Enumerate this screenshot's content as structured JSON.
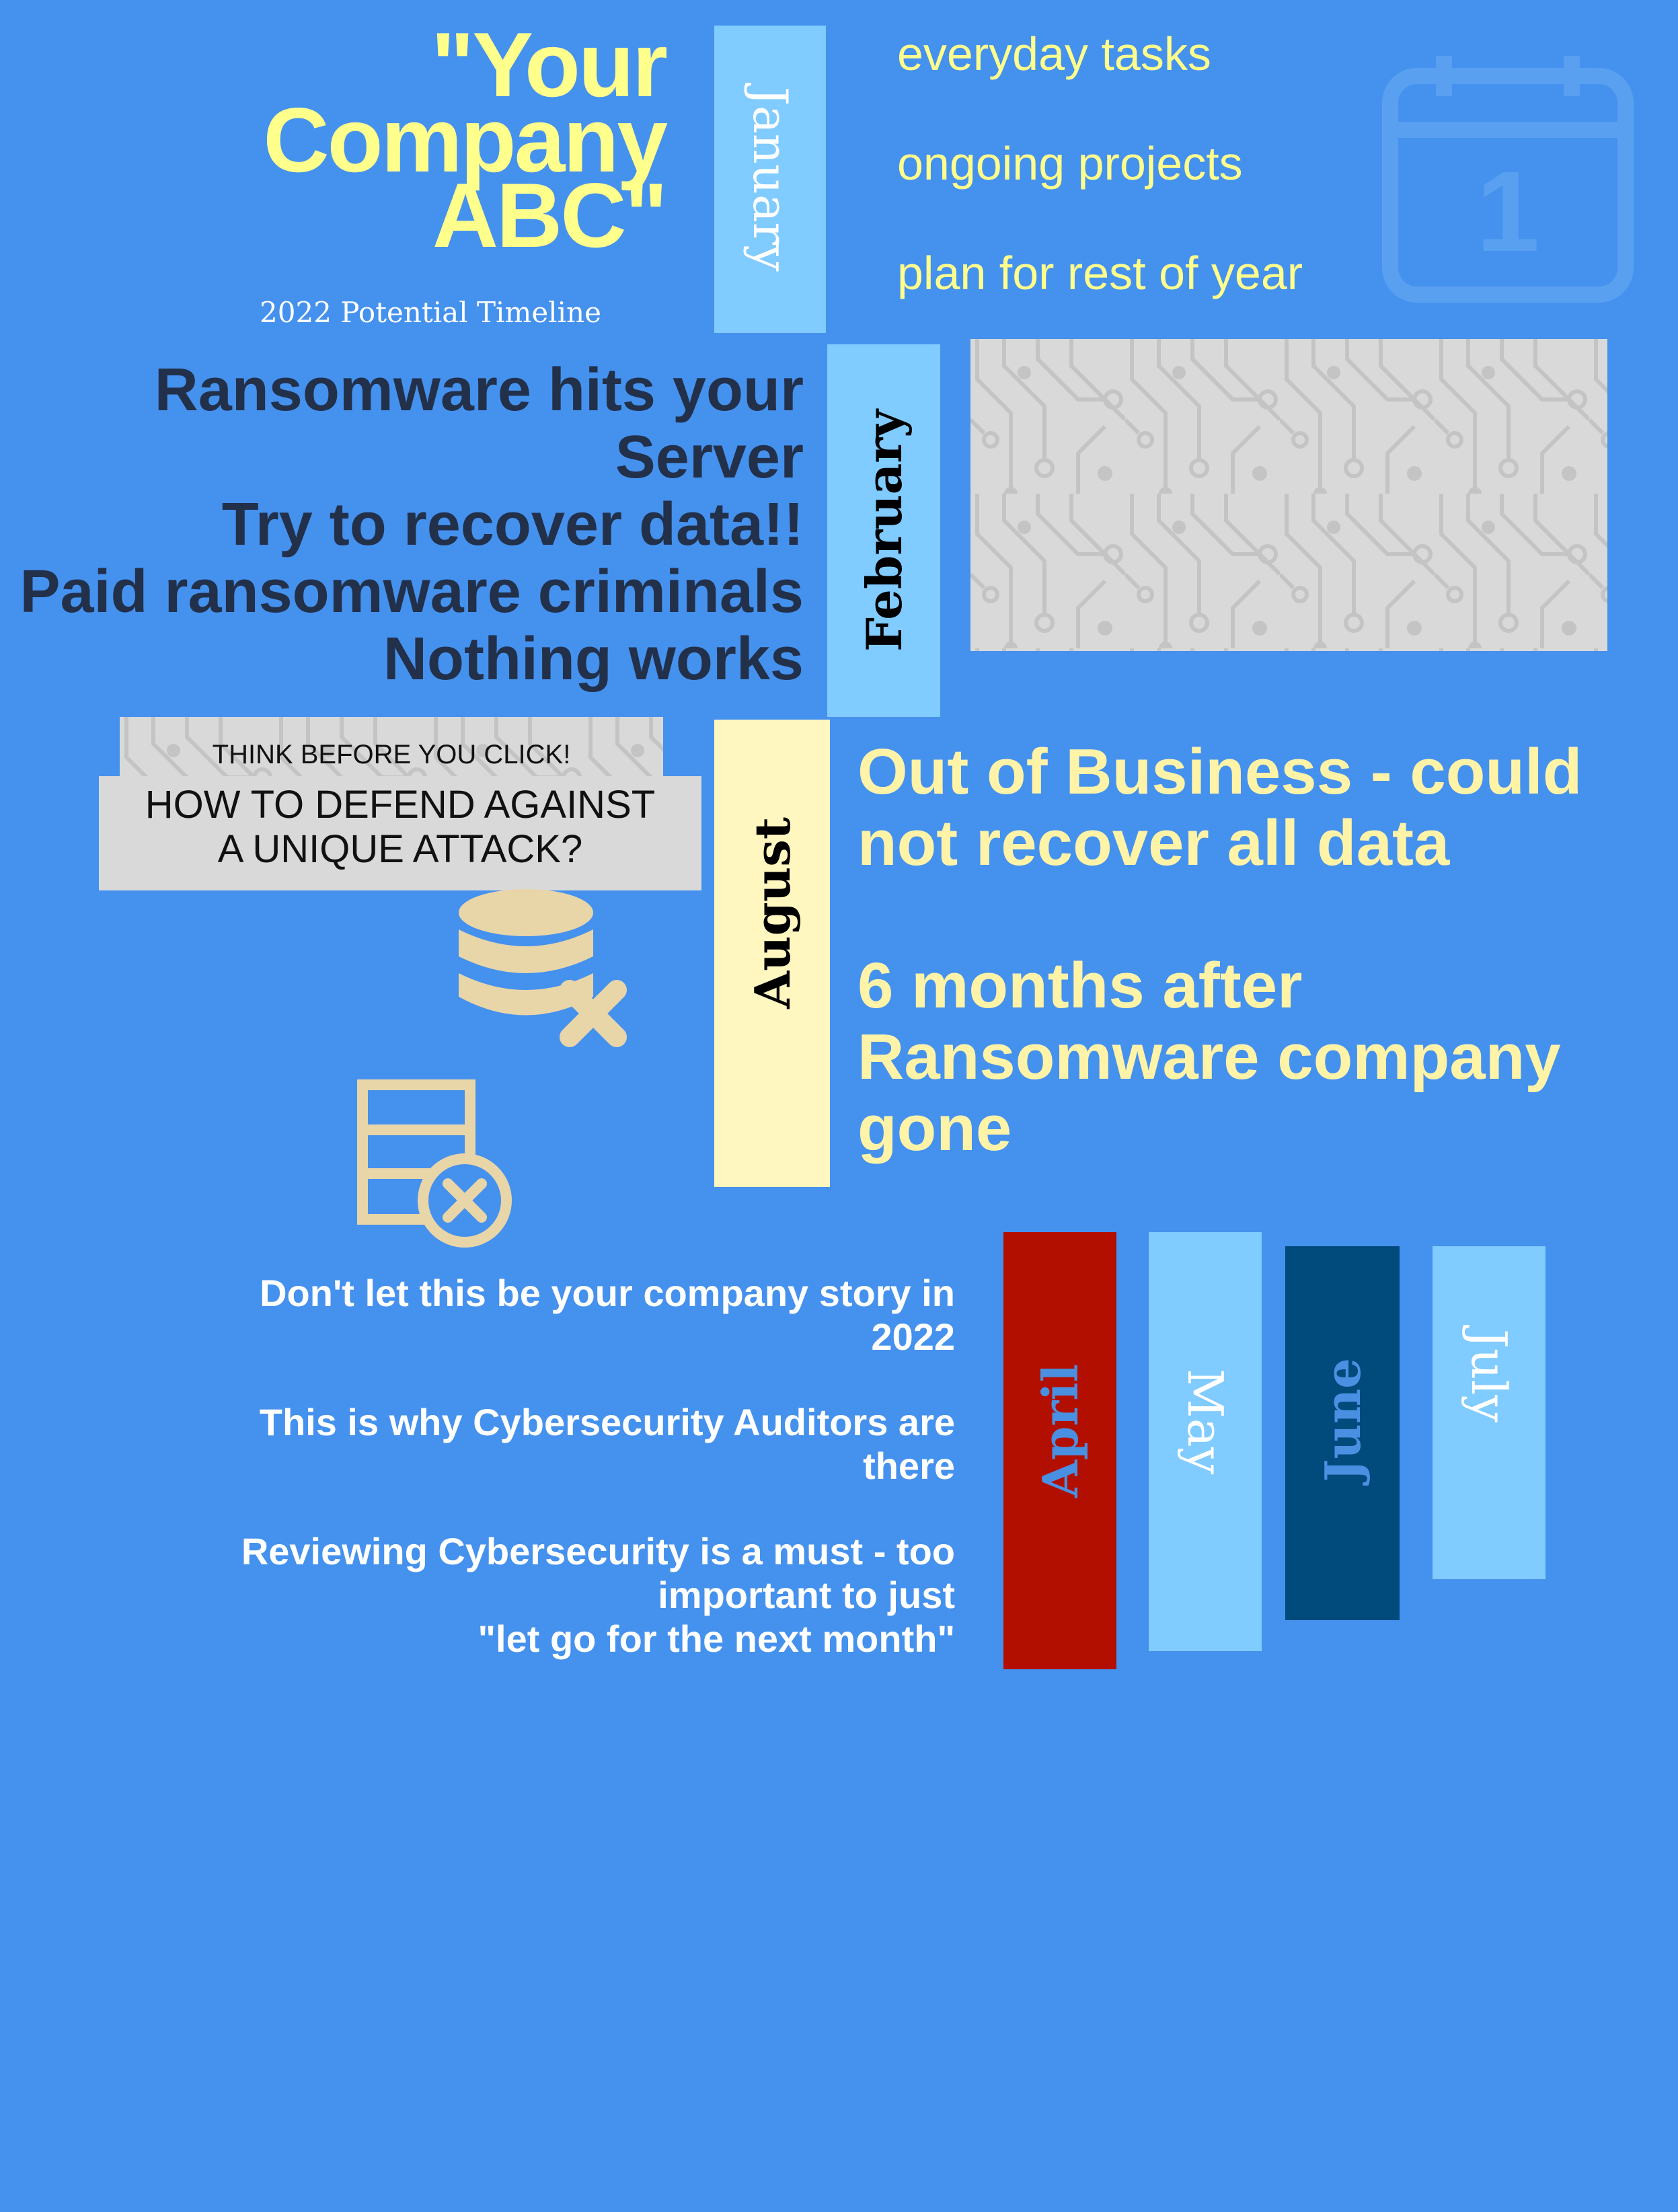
{
  "header": {
    "title_lines": [
      "\"Your",
      "Company",
      "ABC\""
    ],
    "subtitle": "2022 Potential Timeline"
  },
  "january": {
    "label": "January",
    "items": [
      "everyday tasks",
      "ongoing projects",
      "plan for rest of year"
    ]
  },
  "february": {
    "label": "February",
    "lines": [
      "Ransomware hits your",
      "Server",
      "Try to recover data!!",
      "Paid ransomware criminals",
      "Nothing works"
    ]
  },
  "banner": {
    "small": "THINK BEFORE YOU CLICK!",
    "line1": "HOW TO DEFEND AGAINST",
    "line2": "A UNIQUE ATTACK?"
  },
  "august": {
    "label": "August",
    "lines": [
      "Out of Business - could",
      "not recover all data",
      "6 months after",
      "Ransomware company",
      "gone"
    ]
  },
  "footer": {
    "lines": [
      "Don't let this be your company story in",
      "2022",
      "This is why Cybersecurity Auditors are",
      "there",
      "Reviewing Cybersecurity is a must - too",
      "important to just",
      "\"let go for the next month\""
    ]
  },
  "months": [
    {
      "label": "April",
      "bg": "#b30f00",
      "fg": "#4a90e2"
    },
    {
      "label": "May",
      "bg": "#80cbff",
      "fg": "#ffffff"
    },
    {
      "label": "June",
      "bg": "#004a7c",
      "fg": "#4a90e2"
    },
    {
      "label": "July",
      "bg": "#80cbff",
      "fg": "#ffffff"
    }
  ],
  "colors": {
    "background": "#4591ee",
    "accent_yellow": "#ffff8c",
    "light_blue": "#80cbff",
    "cream": "#fff6c0"
  }
}
